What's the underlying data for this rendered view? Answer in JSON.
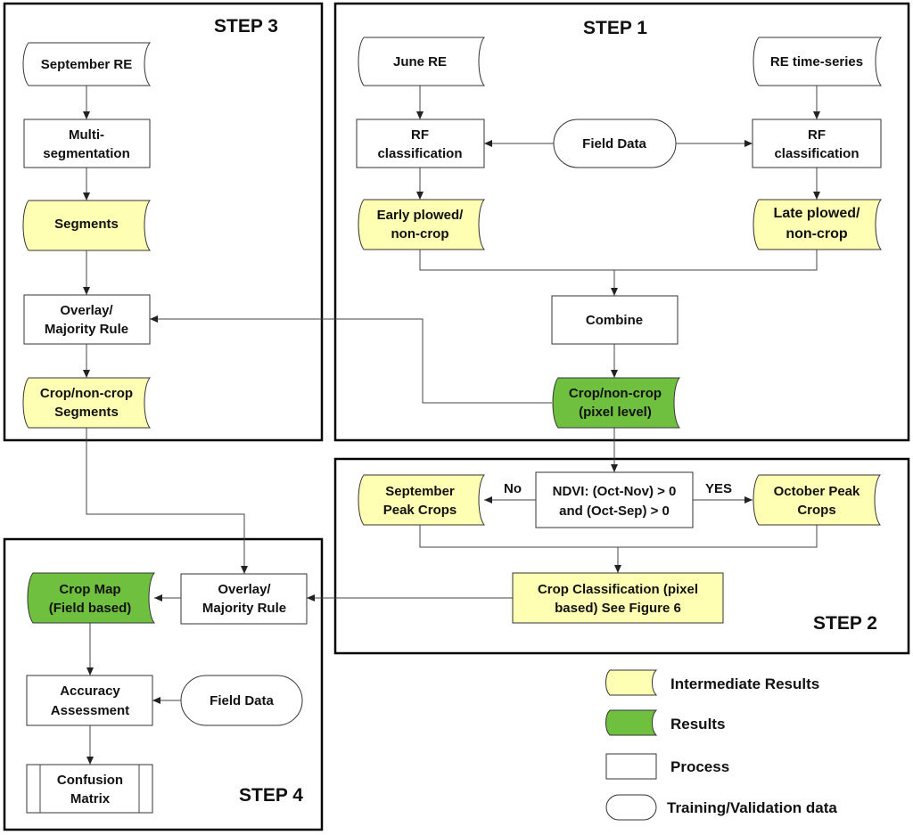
{
  "steps": {
    "step1": "STEP 1",
    "step2": "STEP 2",
    "step3": "STEP 3",
    "step4": "STEP 4"
  },
  "nodes": {
    "september_re": "September RE",
    "multi_seg_1": "Multi-",
    "multi_seg_2": "segmentation",
    "segments": "Segments",
    "overlay1_1": "Overlay/",
    "overlay1_2": "Majority Rule",
    "cropnon_seg_1": "Crop/non-crop",
    "cropnon_seg_2": "Segments",
    "june_re": "June RE",
    "re_timeseries": "RE time-series",
    "rf1_1": "RF",
    "rf1_2": "classification",
    "field_data_1": "Field Data",
    "rf2_1": "RF",
    "rf2_2": "classification",
    "early_1": "Early plowed/",
    "early_2": "non-crop",
    "late_1": "Late plowed/",
    "late_2": "non-crop",
    "combine": "Combine",
    "crop_pixel_1": "Crop/non-crop",
    "crop_pixel_2": "(pixel level)",
    "no_label": "No",
    "yes_label": "YES",
    "ndvi_1": "NDVI: (Oct-Nov) > 0",
    "ndvi_2": "and (Oct-Sep) > 0",
    "sep_peak_1": "September",
    "sep_peak_2": "Peak Crops",
    "oct_peak_1": "October Peak",
    "oct_peak_2": "Crops",
    "crop_class_1": "Crop Classification (pixel",
    "crop_class_2": "based) See Figure 6",
    "crop_map_1": "Crop Map",
    "crop_map_2": "(Field based)",
    "overlay2_1": "Overlay/",
    "overlay2_2": "Majority Rule",
    "accuracy_1": "Accuracy",
    "accuracy_2": "Assessment",
    "field_data_2": "Field Data",
    "confusion_1": "Confusion",
    "confusion_2": "Matrix"
  },
  "legend": {
    "intermediate": "Intermediate Results",
    "results": "Results",
    "process": "Process",
    "training": "Training/Validation data"
  },
  "colors": {
    "intermediate_fill": "#ffffb3",
    "results_fill": "#70c040",
    "process_fill": "#ffffff",
    "frame": "#000000"
  }
}
